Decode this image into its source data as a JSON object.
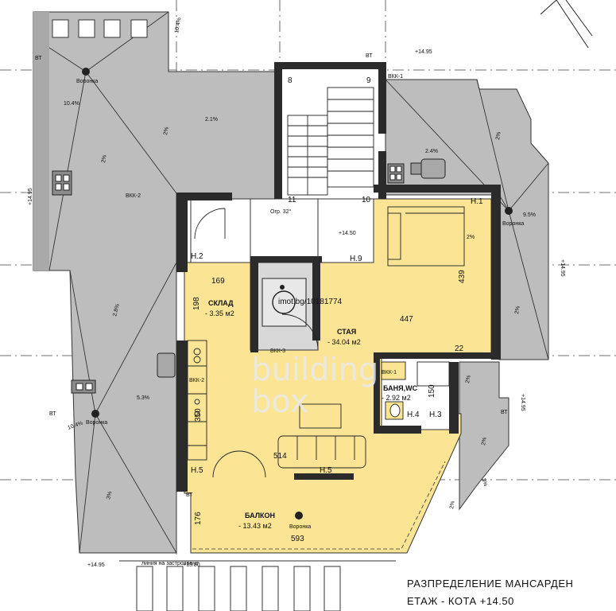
{
  "colors": {
    "roof": "#bdbdbd",
    "floor": "#fbe493",
    "wall": "#2b2b2b",
    "wall_hatch": "#8a8a8a",
    "stair_area": "#e3e3e3",
    "background": "#ffffff"
  },
  "plan": {
    "title_line1": "РАЗПРЕДЕЛЕНИЕ МАНСАРДЕН",
    "title_line2": "ЕТАЖ - КОТА +14.50",
    "watermark_brand": "building",
    "watermark_brand2": "box",
    "watermark_url": "imot.bg/10181774",
    "rooms": [
      {
        "name": "СКЛАД",
        "area": "- 3.35 м2"
      },
      {
        "name": "СТАЯ",
        "area": "- 34.04 м2"
      },
      {
        "name": "БАНЯ,WC",
        "area": "- 2.92 м2"
      },
      {
        "name": "БАЛКОН",
        "area": "- 13.43 м2"
      }
    ],
    "dimensions": [
      "169",
      "198",
      "447",
      "439",
      "22",
      "150",
      "350",
      "514",
      "176",
      "593"
    ],
    "levels": [
      "+14.95",
      "+14.95",
      "+14.95",
      "+14.95",
      "+14.95",
      "+15.80",
      "+14.50"
    ],
    "slopes": [
      "10.4%",
      "10.4%",
      "2.1%",
      "2%",
      "2%",
      "2.4%",
      "2%",
      "9.5%",
      "2%",
      "2%",
      "2.8%",
      "5.3%",
      "10.4%",
      "3%",
      "2%",
      "2%",
      "3%",
      "2%"
    ],
    "drain_label": "Воронка",
    "bt_label": "ВТ",
    "vkk_labels": [
      "ВКК-1",
      "ВКК-2",
      "ВКК-1",
      "ВКК-2",
      "ВКК-3"
    ],
    "axis_labels": [
      "8",
      "9",
      "10",
      "11"
    ],
    "marks": [
      "Н.1",
      "Н.2",
      "Н.3",
      "Н.4",
      "Н.5",
      "Н.5",
      "Н.9"
    ],
    "build_line": "линия на застрояване",
    "stair_note": "Огр. 32°"
  }
}
